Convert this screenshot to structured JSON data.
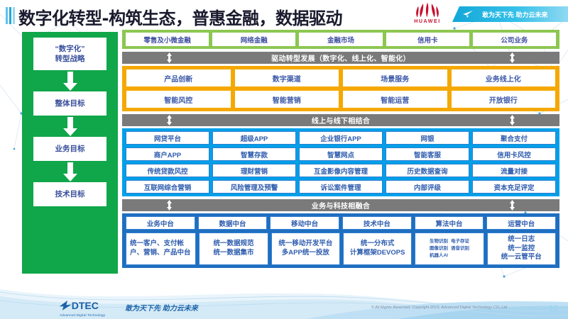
{
  "header": {
    "title": "数字化转型-构筑生态，普惠金融，数据驱动",
    "brand": "HUAWEI",
    "banner_slogan": "敢为天下先 助力云未来"
  },
  "goals": {
    "items": [
      {
        "label": "“数字化”\n转型战略"
      },
      {
        "label": "整体目标"
      },
      {
        "label": "业务目标"
      },
      {
        "label": "技术目标"
      }
    ]
  },
  "business_lines": {
    "items": [
      "零售及小微金融",
      "网络金融",
      "金融市场",
      "信用卡",
      "公司业务"
    ]
  },
  "drive_band": {
    "divider": "驱动转型发展（数字化、线上化、智能化）",
    "rows": [
      [
        "产品创新",
        "数字渠道",
        "场景服务",
        "业务线上化"
      ],
      [
        "智能风控",
        "智能营销",
        "智能运营",
        "开放银行"
      ]
    ]
  },
  "online_offline_band": {
    "divider": "线上与线下相结合",
    "rows": [
      [
        "网贷平台",
        "超级APP",
        "企业银行APP",
        "网银",
        "聚合支付"
      ],
      [
        "商户APP",
        "智慧存款",
        "智慧网点",
        "智能客服",
        "信用卡风控"
      ],
      [
        "传统贷款风控",
        "理财营销",
        "互金影像内容管理",
        "历史数据查询",
        "流量对接"
      ],
      [
        "互联网综合营销",
        "风险管理及预警",
        "诉讼案件管理",
        "内部评级",
        "资本充足评定"
      ]
    ]
  },
  "middle_platform_band": {
    "divider": "业务与科技相融合",
    "headers": [
      "业务中台",
      "数据中台",
      "移动中台",
      "技术中台",
      "算法中台",
      "运营中台"
    ],
    "bodies": [
      "统一客户、支付帐户、营销、产品中台",
      "统一数据规范\n统一数据集市",
      "统一移动开发平台\n多APP统一投放",
      "统一分布式\n计算框架DEVOPS",
      "",
      "统一日志\n统一监控\n统一云管平台"
    ],
    "algo_items": [
      "生物识别",
      "电子存证",
      "图像识别",
      "语音识别",
      "机器人AI"
    ]
  },
  "footer": {
    "logo_text": "DTEC",
    "logo_sub": "Advanced Digital Technology",
    "slogan": "敢为天下先  助力云未来",
    "copyright": "© All Rights Reserved. Copyright 2019, Advanced Digital Technology CO.,Ltd",
    "page_number": "10"
  },
  "colors": {
    "green_sidebar": "#10a64a",
    "green_band": "#8cc751",
    "orange_band": "#f5a800",
    "blue_band": "#00a0e9",
    "mid_band": "#1f6fc0",
    "divider_gray": "#7a7a7a",
    "huawei_red": "#c8102e",
    "box_text": "#2e5cae"
  }
}
